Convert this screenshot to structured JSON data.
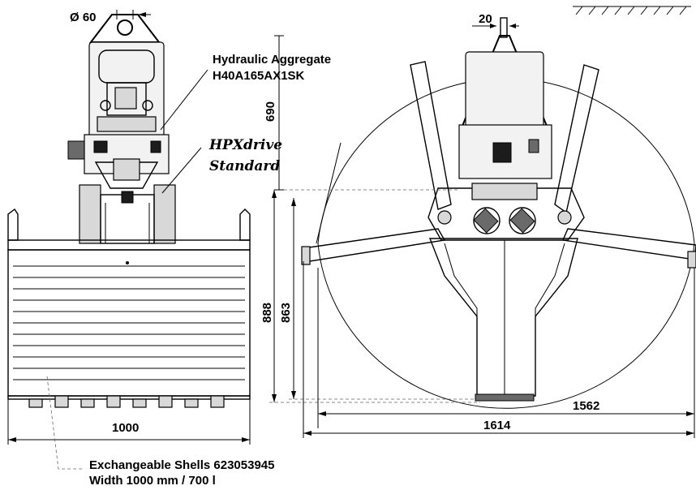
{
  "labels": {
    "diameter": "Ø 60",
    "hydraulic_line1": "Hydraulic Aggregate",
    "hydraulic_line2": "H40A165AX1SK",
    "drive_line1": "HPXdrive",
    "drive_line2": "Standard",
    "shells_line1": "Exchangeable Shells 623053945",
    "shells_line2": "Width 1000 mm / 700 l"
  },
  "dimensions": {
    "d690": "690",
    "d888": "888",
    "d863": "863",
    "d1000": "1000",
    "d20": "20",
    "d1562": "1562",
    "d1614": "1614"
  },
  "colors": {
    "line": "#000000",
    "shell_fill": "#f2f2f2",
    "dark_part": "#1c1c1c"
  }
}
